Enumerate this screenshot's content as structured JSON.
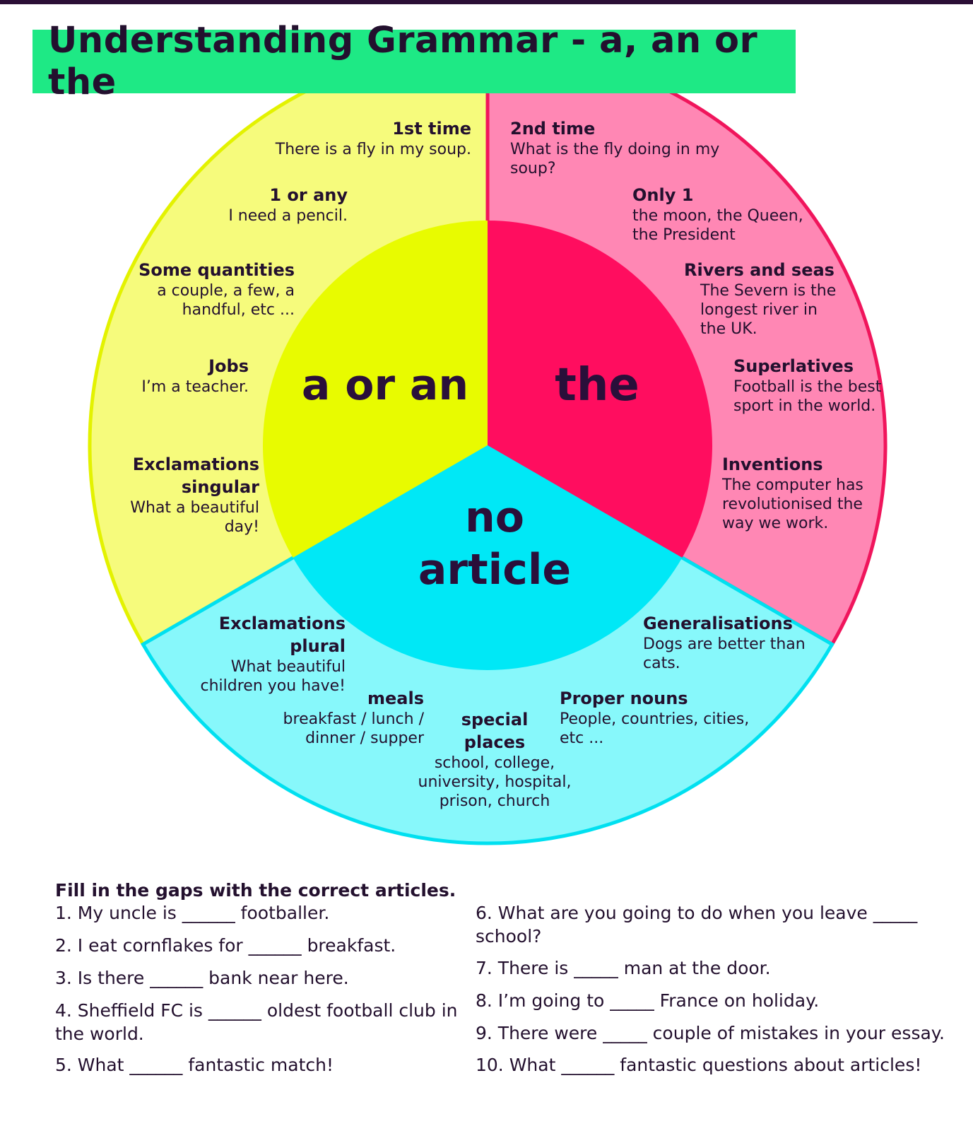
{
  "title": "Understanding Grammar - a, an or the",
  "colors": {
    "banner": "#1ee985",
    "a_outer": "#f6fb7c",
    "a_inner": "#e8fb00",
    "the_outer": "#ff87b4",
    "the_inner": "#ff0d5f",
    "none_outer": "#87f8fb",
    "none_inner": "#00e8f6",
    "text": "#23102e"
  },
  "core": {
    "a_or_an": "a or an",
    "the": "the",
    "no_article_line1": "no",
    "no_article_line2": "article"
  },
  "a_or_an_rules": [
    {
      "heading": "1st time",
      "example": "There is a fly in my soup."
    },
    {
      "heading": "1 or any",
      "example": "I need a pencil."
    },
    {
      "heading": "Some quantities",
      "example": "a couple, a few, a handful, etc ..."
    },
    {
      "heading": "Jobs",
      "example": "I’m a teacher."
    },
    {
      "heading": "Exclamations singular",
      "example": "What a beautiful day!"
    }
  ],
  "the_rules": [
    {
      "heading": "2nd time",
      "example": "What is the fly doing in my soup?"
    },
    {
      "heading": "Only 1",
      "example": "the moon, the Queen, the President"
    },
    {
      "heading": "Rivers and seas",
      "example": "The Severn is the longest river in the UK."
    },
    {
      "heading": "Superlatives",
      "example": "Football is the best sport in the world."
    },
    {
      "heading": "Inventions",
      "example": "The computer has revolutionised the way we work."
    }
  ],
  "no_article_rules": [
    {
      "heading": "Exclamations plural",
      "example": "What beautiful children you have!"
    },
    {
      "heading": "meals",
      "example": "breakfast / lunch / dinner / supper"
    },
    {
      "heading": "special places",
      "example": "school, college, university, hospital, prison, church"
    },
    {
      "heading": "Proper nouns",
      "example": "People, countries, cities, etc ..."
    },
    {
      "heading": "Generalisations",
      "example": "Dogs are better than cats."
    }
  ],
  "exercise": {
    "heading": "Fill in the gaps with the correct articles.",
    "questions": [
      "1. My uncle is ______ footballer.",
      "2. I eat cornflakes for ______ breakfast.",
      "3. Is there ______ bank near here.",
      "4. Sheffield FC is ______ oldest football club in the world.",
      "5. What ______ fantastic match!",
      "6. What are you going to do when you leave _____ school?",
      "7. There is _____ man at the door.",
      "8. I’m going to _____ France on holiday.",
      "9. There were _____ couple of mistakes in your essay.",
      "10. What ______ fantastic questions about articles!"
    ]
  }
}
